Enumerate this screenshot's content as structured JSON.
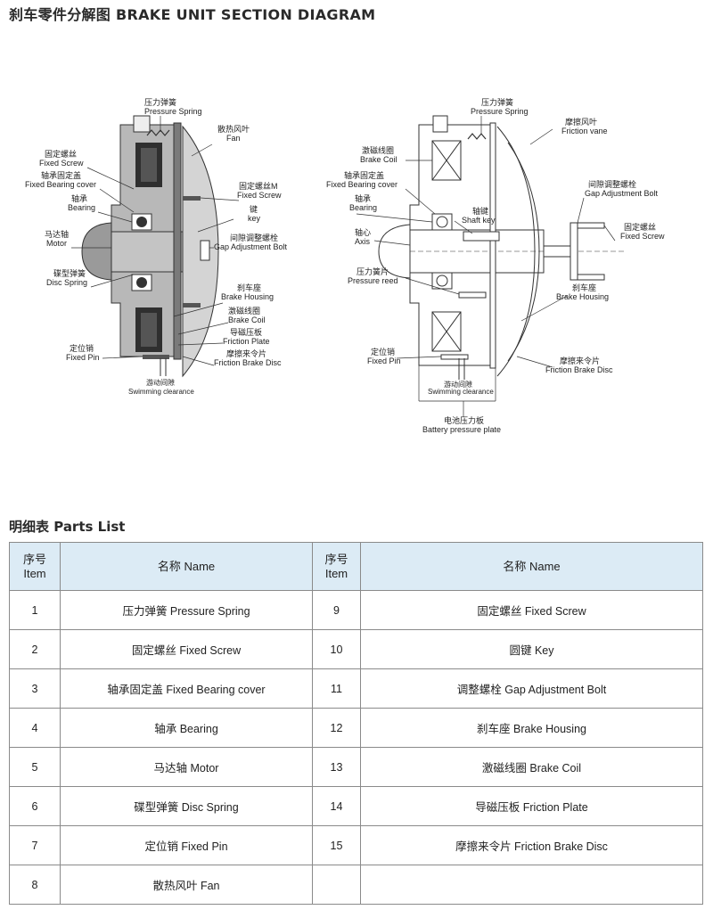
{
  "title": "刹车零件分解图 BRAKE UNIT SECTION DIAGRAM",
  "diagram": {
    "left_labels": [
      {
        "cn": "压力弹簧",
        "en": "Pressure Spring"
      },
      {
        "cn": "散热风叶",
        "en": "Fan"
      },
      {
        "cn": "固定螺丝",
        "en": "Fixed Screw"
      },
      {
        "cn": "轴承固定盖",
        "en": "Fixed Bearing cover"
      },
      {
        "cn": "轴承",
        "en": "Bearing"
      },
      {
        "cn": "马达轴",
        "en": "Motor"
      },
      {
        "cn": "碟型弹簧",
        "en": "Disc Spring"
      },
      {
        "cn": "固定螺丝M",
        "en": "Fixed Screw"
      },
      {
        "cn": "键",
        "en": "key"
      },
      {
        "cn": "间隙调整螺栓",
        "en": "Gap Adjustment Bolt"
      },
      {
        "cn": "刹车座",
        "en": "Brake Housing"
      },
      {
        "cn": "激磁线圈",
        "en": "Brake Coil"
      },
      {
        "cn": "导磁压板",
        "en": "Friction Plate"
      },
      {
        "cn": "摩擦来令片",
        "en": "Friction Brake Disc"
      },
      {
        "cn": "定位销",
        "en": "Fixed Pin"
      },
      {
        "cn": "游动间隙",
        "en": "Swimming clearance"
      }
    ],
    "right_labels": [
      {
        "cn": "压力弹簧",
        "en": "Pressure Spring"
      },
      {
        "cn": "摩擦风叶",
        "en": "Friction vane"
      },
      {
        "cn": "激磁线圈",
        "en": "Brake Coil"
      },
      {
        "cn": "轴承固定盖",
        "en": "Fixed Bearing cover"
      },
      {
        "cn": "轴承",
        "en": "Bearing"
      },
      {
        "cn": "轴键",
        "en": "Shaft key"
      },
      {
        "cn": "间隙调整螺栓",
        "en": "Gap Adjustment Bolt"
      },
      {
        "cn": "轴心",
        "en": "Axis"
      },
      {
        "cn": "固定螺丝",
        "en": "Fixed Screw"
      },
      {
        "cn": "压力簧片",
        "en": "Pressure reed"
      },
      {
        "cn": "刹车座",
        "en": "Brake Housing"
      },
      {
        "cn": "定位销",
        "en": "Fixed Pin"
      },
      {
        "cn": "摩擦来令片",
        "en": "Friction Brake Disc"
      },
      {
        "cn": "游动间隙",
        "en": "Swimming clearance"
      },
      {
        "cn": "电池压力板",
        "en": "Battery pressure plate"
      }
    ]
  },
  "parts_list": {
    "heading": "明细表 Parts List",
    "col_item_cn": "序号",
    "col_item_en": "Item",
    "col_name": "名称 Name",
    "left": [
      {
        "item": "1",
        "name": "压力弹簧 Pressure Spring"
      },
      {
        "item": "2",
        "name": "固定螺丝 Fixed Screw"
      },
      {
        "item": "3",
        "name": "轴承固定盖 Fixed Bearing cover"
      },
      {
        "item": "4",
        "name": "轴承 Bearing"
      },
      {
        "item": "5",
        "name": "马达轴 Motor"
      },
      {
        "item": "6",
        "name": "碟型弹簧 Disc Spring"
      },
      {
        "item": "7",
        "name": "定位销 Fixed Pin"
      },
      {
        "item": "8",
        "name": "散热风叶 Fan"
      }
    ],
    "right": [
      {
        "item": "9",
        "name": "固定螺丝 Fixed Screw"
      },
      {
        "item": "10",
        "name": "圆键 Key"
      },
      {
        "item": "11",
        "name": "调整螺栓 Gap Adjustment Bolt"
      },
      {
        "item": "12",
        "name": "刹车座 Brake Housing"
      },
      {
        "item": "13",
        "name": "激磁线圈 Brake Coil"
      },
      {
        "item": "14",
        "name": "导磁压板 Friction Plate"
      },
      {
        "item": "15",
        "name": "摩擦来令片 Friction Brake Disc"
      }
    ]
  }
}
